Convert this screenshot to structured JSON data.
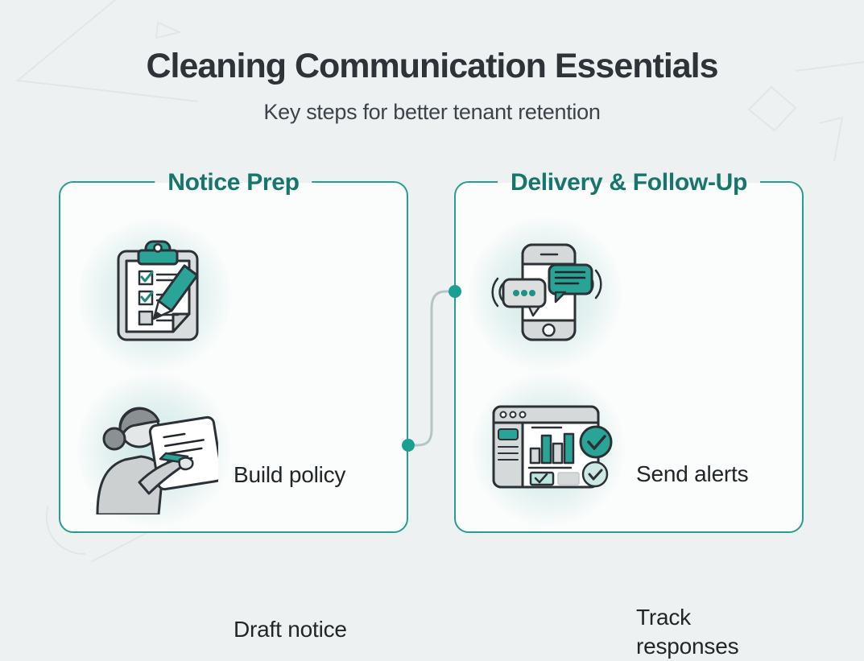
{
  "infographic": {
    "title": "Cleaning Communication Essentials",
    "subtitle": "Key steps for better tenant retention"
  },
  "panels": [
    {
      "title": "Notice Prep",
      "items": [
        {
          "label": "Build policy",
          "icon": "clipboard-checklist-icon"
        },
        {
          "label": "Draft notice",
          "icon": "person-writing-icon"
        }
      ]
    },
    {
      "title": "Delivery & Follow-Up",
      "items": [
        {
          "label": "Send alerts",
          "icon": "phone-chat-alerts-icon"
        },
        {
          "label": "Track responses",
          "icon": "analytics-dashboard-icon"
        }
      ]
    }
  ],
  "connector": {
    "from_item": "Draft notice",
    "to_item": "Send alerts"
  },
  "colors": {
    "background": "#edf1f1",
    "panel_background": "#fbfcfc",
    "panel_border": "#2a9d92",
    "panel_title_text": "#16766b",
    "accent_teal": "#2aa496",
    "connector_line": "#b5c5c6",
    "connector_dot": "#18a192",
    "title_text": "#2e3338",
    "subtitle_text": "#3d434a",
    "item_text": "#212629"
  }
}
